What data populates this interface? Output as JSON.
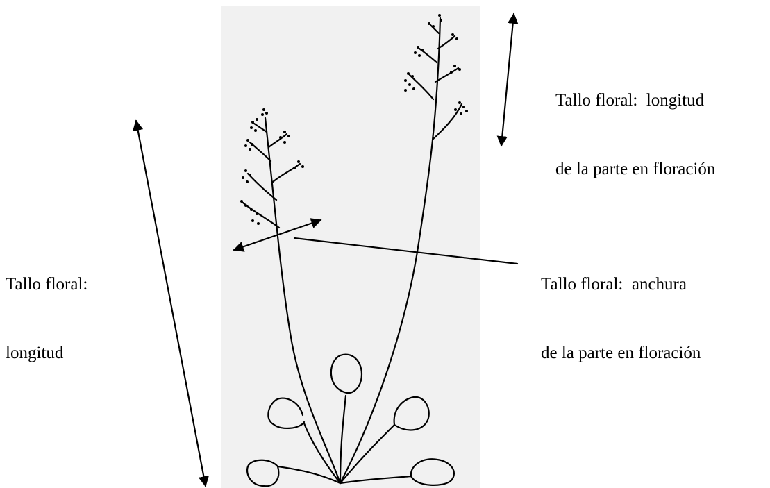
{
  "labels": {
    "stalk_length": {
      "line1": "Tallo floral:",
      "line2": "longitud"
    },
    "flowering_part_length": {
      "line1": "Tallo floral:  longitud",
      "line2": "de la parte en floración"
    },
    "flowering_part_width": {
      "line1": "Tallo floral:  anchura",
      "line2": "de la parte en floración"
    }
  },
  "colors": {
    "panel_background": "#f1f1f1",
    "ink": "#000000"
  }
}
